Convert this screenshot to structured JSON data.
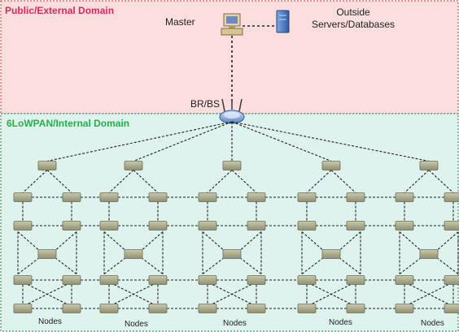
{
  "domains": {
    "public_label": "Public/External Domain",
    "internal_label": "6LoWPAN/Internal Domain",
    "public_color": "#fcdede",
    "public_border": "#e57373",
    "public_text_color": "#e0245a",
    "internal_color": "#dff3ee",
    "internal_border": "#5aaa86",
    "internal_text_color": "#22b04a"
  },
  "devices": {
    "master_label": "Master",
    "outside_label_line1": "Outside",
    "outside_label_line2": "Servers/Databases",
    "border_router_label": "BR/BS",
    "master_icon": "computer-icon",
    "server_icon": "server-icon",
    "router_icon": "wireless-router-icon"
  },
  "clusters": [
    {
      "label": "Nodes"
    },
    {
      "label": "Nodes"
    },
    {
      "label": "Nodes"
    },
    {
      "label": "Nodes"
    },
    {
      "label": "Nodes"
    }
  ],
  "node_color": "#b5b69a"
}
